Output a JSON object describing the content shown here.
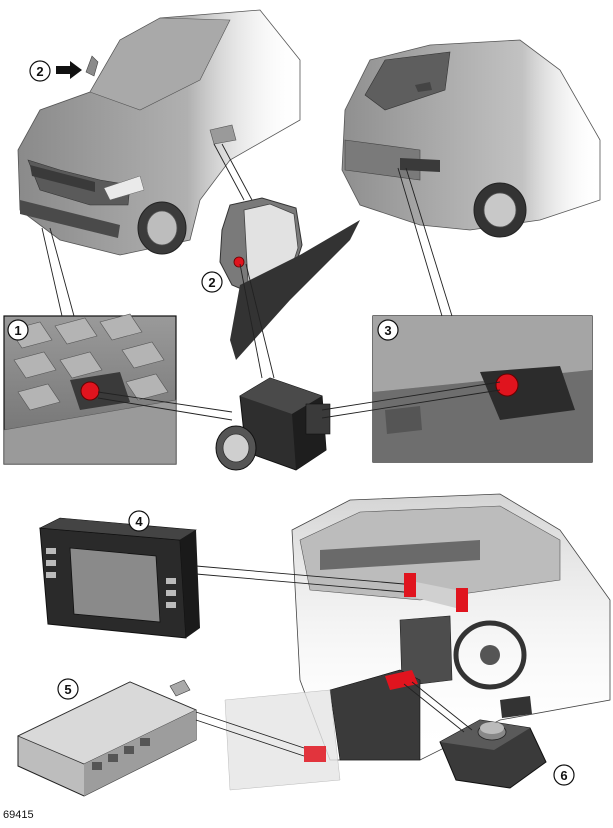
{
  "callouts": {
    "c1": "1",
    "c2a": "2",
    "c2b": "2",
    "c3": "3",
    "c4": "4",
    "c5": "5",
    "c6": "6"
  },
  "reference_number": "69415",
  "colors": {
    "highlight": "#e0141e",
    "body_grey": "#8c8c8c",
    "dark": "#2b2b2b",
    "line": "#222222"
  },
  "icons": [
    "arrow-right-icon"
  ]
}
